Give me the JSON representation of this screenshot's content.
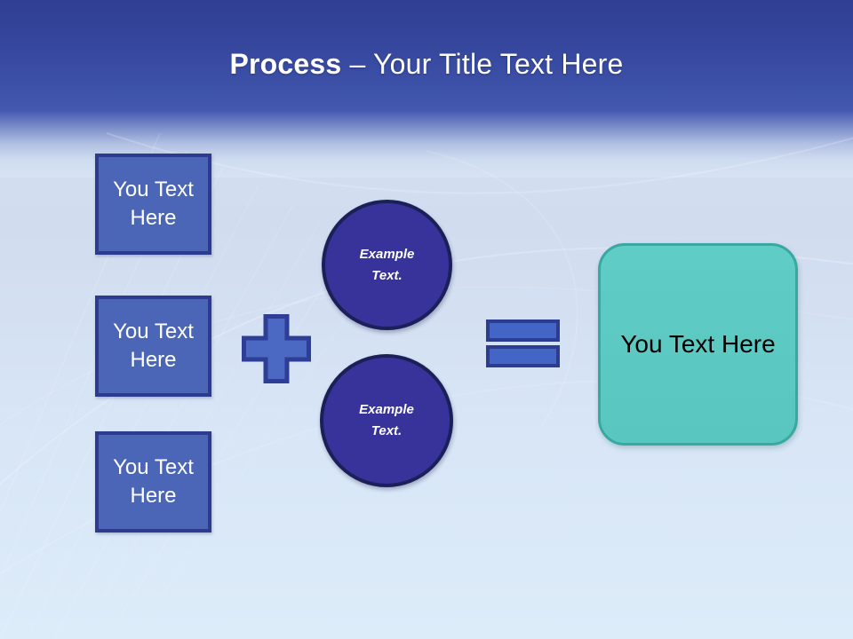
{
  "header": {
    "title_bold": "Process",
    "title_rest": " – Your Title Text Here"
  },
  "inputs": [
    {
      "label": "You Text Here"
    },
    {
      "label": "You Text Here"
    },
    {
      "label": "You Text Here"
    }
  ],
  "examples": [
    {
      "label": "Example Text."
    },
    {
      "label": "Example Text."
    }
  ],
  "result": {
    "label": "You Text Here"
  },
  "icons": {
    "plus-icon": "+",
    "equals-icon": "="
  },
  "colors": {
    "header_top": "#303f93",
    "header_mid": "#4055ac",
    "body_light": "#d7e5f6",
    "box_fill": "#4b66b7",
    "box_border": "#2d3b8e",
    "circle_fill": "#38329b",
    "circle_border": "#1c2058",
    "plus_fill": "#4b68c3",
    "equals_fill": "#4366c6",
    "shape_border": "#2e3e96",
    "result_fill": "#5dcac4",
    "result_border": "#3aa8a2",
    "title_text": "#ffffff",
    "result_text": "#000000"
  }
}
